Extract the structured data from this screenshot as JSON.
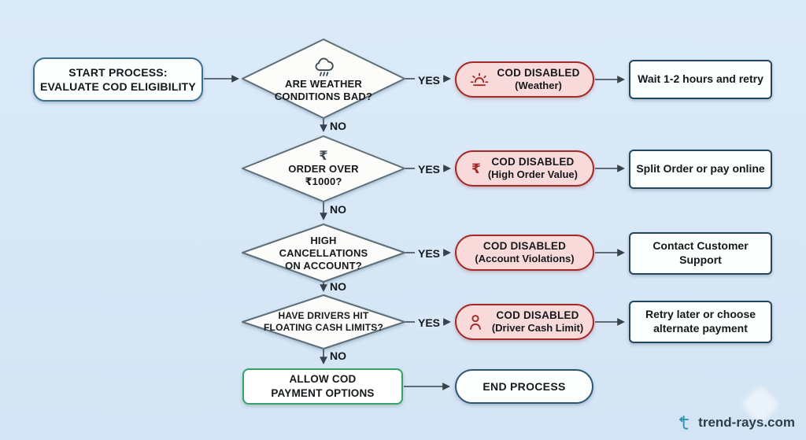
{
  "start": {
    "label": "START PROCESS:\nEVALUATE COD ELIGIBILITY"
  },
  "decisions": [
    {
      "question": "ARE WEATHER\nCONDITIONS BAD?",
      "yes": "YES",
      "no": "NO",
      "pill": {
        "title": "COD DISABLED",
        "subtitle": "(Weather)",
        "icon": "sunrise-icon"
      },
      "action": "Wait 1-2 hours and retry",
      "icon": "rain-cloud-icon"
    },
    {
      "question": "ORDER OVER\n₹1000?",
      "icon_glyph": "₹",
      "yes": "YES",
      "no": "NO",
      "pill": {
        "title": "COD DISABLED",
        "subtitle": "(High Order Value)",
        "icon": "rupee-icon",
        "icon_glyph": "₹"
      },
      "action": "Split Order or pay online"
    },
    {
      "question": "HIGH\nCANCELLATIONS\nON ACCOUNT?",
      "yes": "YES",
      "no": "NO",
      "pill": {
        "title": "COD DISABLED",
        "subtitle": "(Account Violations)"
      },
      "action": "Contact Customer\nSupport"
    },
    {
      "question": "HAVE DRIVERS HIT\nFLOATING CASH LIMITS?",
      "yes": "YES",
      "no": "NO",
      "pill": {
        "title": "COD DISABLED",
        "subtitle": "(Driver Cash Limit)",
        "icon": "person-icon"
      },
      "action": "Retry later or choose\nalternate payment"
    }
  ],
  "final": {
    "allow": "ALLOW COD\nPAYMENT OPTIONS",
    "end": "END PROCESS"
  },
  "footer": {
    "brand": "trend-rays.com"
  },
  "colors": {
    "background": "#d9e8f6",
    "pill_fill": "#f9dada",
    "pill_border": "#a42a2a",
    "diamond_border": "#5d6e77",
    "action_border": "#24455e",
    "start_border": "#3c7090",
    "end_border": "#2b5674",
    "allow_border": "#38a169",
    "arrow": "#37424a",
    "logo_teal": "#2e93ad"
  }
}
